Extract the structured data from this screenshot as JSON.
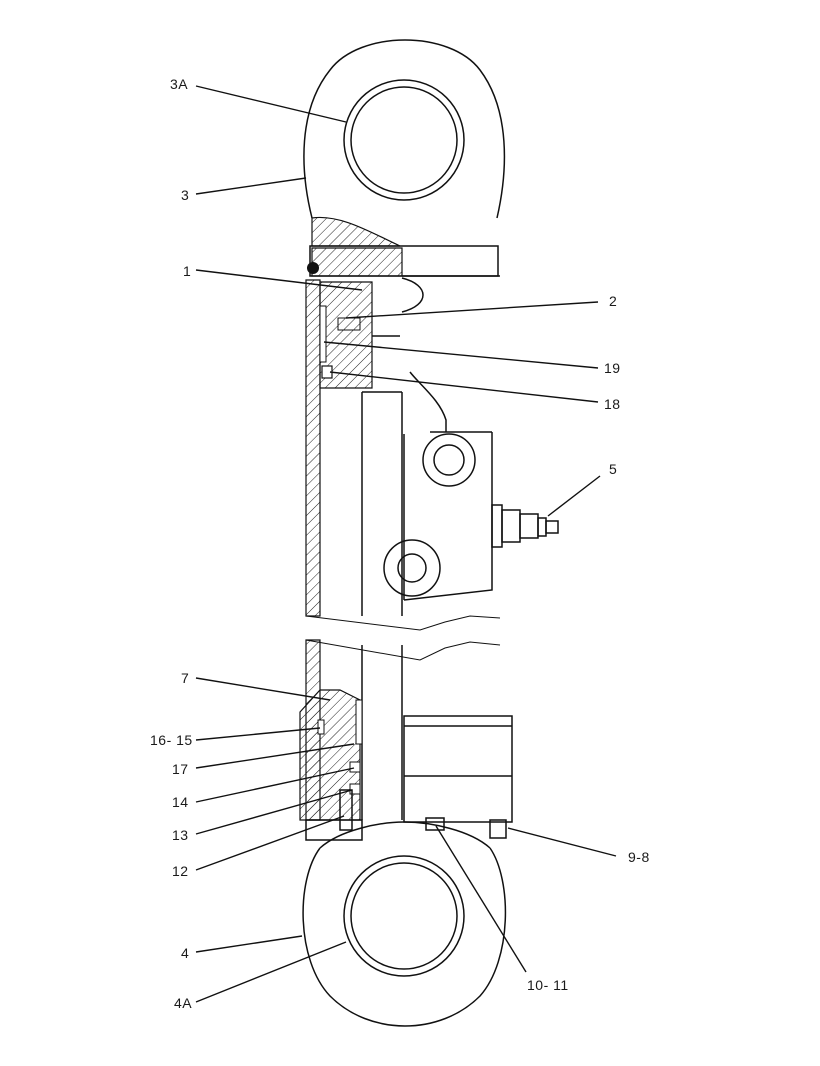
{
  "callouts": {
    "c3A": "3A",
    "c3": "3",
    "c1": "1",
    "c2": "2",
    "c19": "19",
    "c18": "18",
    "c5": "5",
    "c7": "7",
    "c16_15": "16- 15",
    "c17": "17",
    "c14": "14",
    "c13": "13",
    "c12": "12",
    "c9_8": "9-8",
    "c4": "4",
    "c4A": "4A",
    "c10_11": "10- 11"
  }
}
